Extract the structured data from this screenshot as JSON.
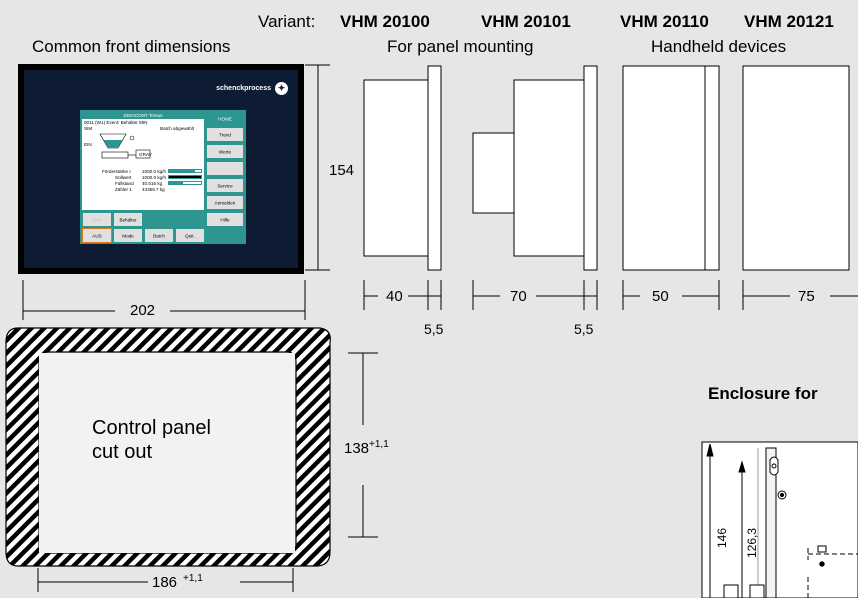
{
  "header": {
    "variant_label": "Variant:",
    "variants": [
      "VHM 20100",
      "VHM 20101",
      "VHM 20110",
      "VHM 20121"
    ],
    "common_front": "Common front dimensions",
    "panel_mounting": "For panel mounting",
    "handheld": "Handheld devices"
  },
  "dimensions": {
    "height_154": "154",
    "width_202": "202",
    "d40": "40",
    "d70": "70",
    "d50": "50",
    "d75": "75",
    "d5_5_a": "5,5",
    "d5_5_b": "5,5",
    "cut_h_base": "138",
    "cut_h_tol": "+1,1",
    "cut_w_base": "186",
    "cut_w_tol": "+1,1"
  },
  "cutout": {
    "label_line1": "Control panel",
    "label_line2": "cut out"
  },
  "enclosure": {
    "title": "Enclosure for",
    "dim_146": "146",
    "dim_126_3": "126,3"
  },
  "device_screen": {
    "brand": "schenckprocess",
    "title": "DISOCONT Tersus",
    "event": "0011 (W1) Event: Behälter MIN",
    "sim": "SIM",
    "batch": "Batch abgewählt",
    "ein": "EIN",
    "grav": "GRAV",
    "rows": [
      {
        "label": "Förderstärke I",
        "value": "1000.0 kg/h"
      },
      {
        "label": "Sollwert",
        "value": "1000.0 kg/h"
      },
      {
        "label": "Füllstand",
        "value": "40.516 kg"
      },
      {
        "label": "Zähler 1",
        "value": "43358.7 kg"
      }
    ],
    "side_buttons": [
      "HOME",
      "Trend",
      "Werte",
      "",
      "Service",
      "Anmelden",
      "Hilfe"
    ],
    "bottom_row1": [
      "EIN",
      "Behälter"
    ],
    "bottom_row2": [
      "AUS",
      "Mode",
      "Batch",
      "Quit."
    ]
  }
}
